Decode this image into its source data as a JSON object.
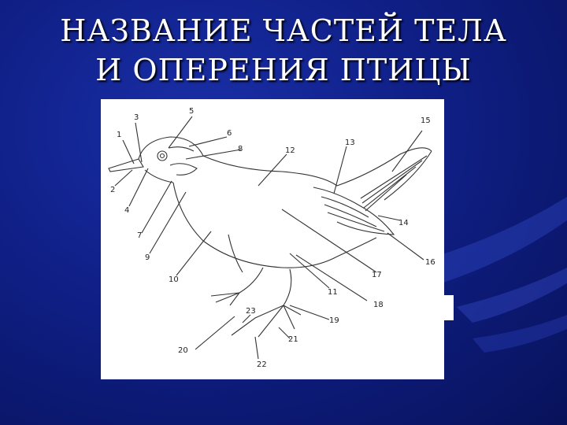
{
  "slide": {
    "title_line1": "НАЗВАНИЕ ЧАСТЕЙ ТЕЛА",
    "title_line2": "И ОПЕРЕНИЯ ПТИЦЫ",
    "background_color": "#0f1f86",
    "text_color": "#ffffff"
  },
  "diagram": {
    "labels": [
      "1",
      "2",
      "3",
      "4",
      "5",
      "6",
      "7",
      "8",
      "9",
      "10",
      "11",
      "12",
      "13",
      "14",
      "15",
      "16",
      "17",
      "18",
      "19",
      "20",
      "21",
      "22",
      "23"
    ]
  }
}
